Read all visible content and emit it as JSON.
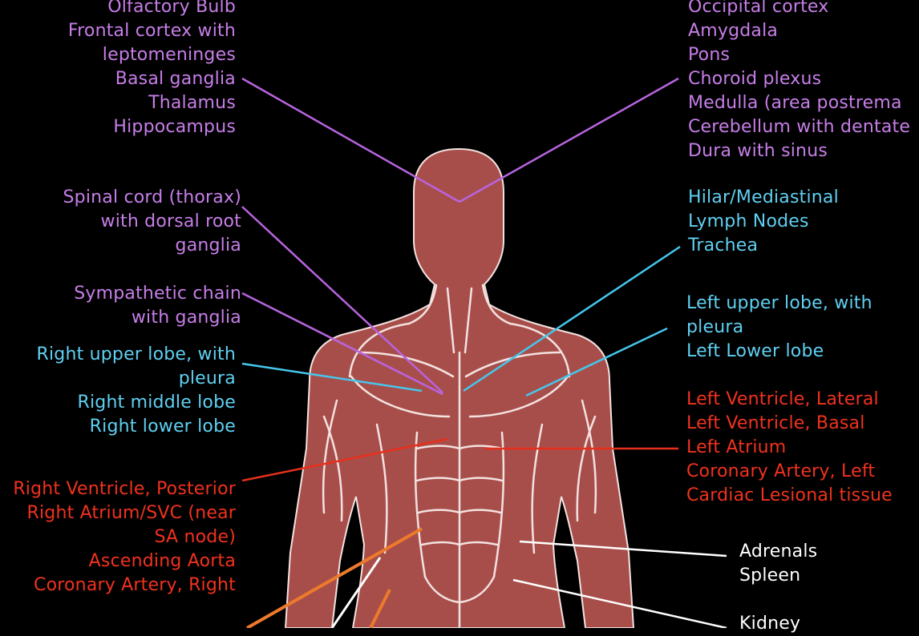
{
  "colors": {
    "background": "#000000",
    "body": "#a84e4a",
    "muscle_lines": "#f2e2e0",
    "nervous": "#b864df",
    "respiratory": "#46c6ec",
    "cardiac": "#e5301c",
    "abdominal": "#ed7a2c",
    "other": "#ffffff"
  },
  "labels": {
    "brain_left": [
      "Olfactory Bulb",
      "Frontal cortex with",
      "leptomeninges",
      "Basal ganglia",
      "Thalamus",
      "Hippocampus"
    ],
    "brain_right": [
      "Occipital cortex",
      "Amygdala",
      "Pons",
      "Choroid plexus",
      "Medulla (area postrema",
      "Cerebellum with dentate",
      "Dura with sinus"
    ],
    "spinal": [
      "Spinal cord (thorax)",
      "with dorsal root",
      "ganglia"
    ],
    "sympathetic": [
      "Sympathetic chain",
      "with ganglia"
    ],
    "lymph": [
      "Hilar/Mediastinal",
      "Lymph Nodes",
      "Trachea"
    ],
    "right_lung": [
      "Right upper lobe, with",
      "pleura",
      "Right middle lobe",
      "Right lower lobe"
    ],
    "left_lung": [
      "Left upper lobe, with",
      "pleura",
      "Left Lower lobe"
    ],
    "right_heart": [
      "Right Ventricle, Posterior",
      "Right Atrium/SVC (near",
      "SA node)",
      "Ascending Aorta",
      "Coronary Artery, Right"
    ],
    "left_heart": [
      "Left Ventricle, Lateral",
      "Left Ventricle, Basal",
      "Left Atrium",
      "Coronary Artery, Left",
      "Cardiac Lesional tissue"
    ],
    "adrenal": [
      "Adrenals",
      "Spleen"
    ],
    "kidney": [
      "Kidney"
    ]
  }
}
